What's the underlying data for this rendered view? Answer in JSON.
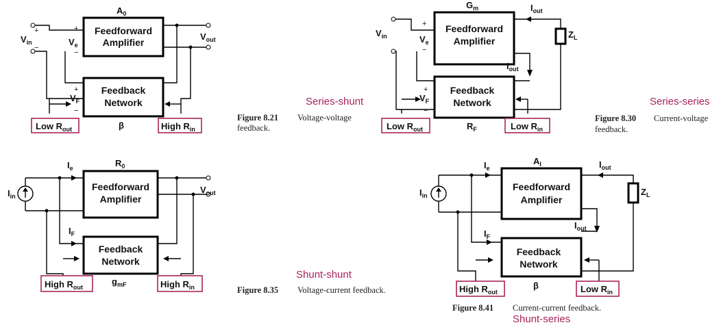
{
  "diagrams": {
    "d1": {
      "gain": "A",
      "gain_sub": "0",
      "ff_line1": "Feedforward",
      "ff_line2": "Amplifier",
      "fb_line1": "Feedback",
      "fb_line2": "Network",
      "vin": "V",
      "vin_sub": "in",
      "ve": "V",
      "ve_sub": "e",
      "vf": "V",
      "vf_sub": "F",
      "vout": "V",
      "vout_sub": "out",
      "fb_param": "β",
      "left_tag": "Low R",
      "left_tag_sub": "out",
      "right_tag": "High R",
      "right_tag_sub": "in",
      "type_label": "Series-shunt",
      "fig_num": "Figure 8.21",
      "fig_text1": "Voltage-voltage",
      "fig_text2": "feedback."
    },
    "d2": {
      "gain": "G",
      "gain_sub": "m",
      "ff_line1": "Feedforward",
      "ff_line2": "Amplifier",
      "fb_line1": "Feedback",
      "fb_line2": "Network",
      "vin": "V",
      "vin_sub": "in",
      "ve": "V",
      "ve_sub": "e",
      "vf": "V",
      "vf_sub": "F",
      "iout": "I",
      "iout_sub": "out",
      "iout2": "I",
      "iout2_sub": "out",
      "zl": "Z",
      "zl_sub": "L",
      "fb_param": "R",
      "fb_param_sub": "F",
      "left_tag": "Low R",
      "left_tag_sub": "out",
      "right_tag": "Low R",
      "right_tag_sub": "in",
      "type_label": "Series-series",
      "fig_num": "Figure 8.30",
      "fig_text1": "Current-voltage",
      "fig_text2": "feedback."
    },
    "d3": {
      "gain": "R",
      "gain_sub": "0",
      "ff_line1": "Feedforward",
      "ff_line2": "Amplifier",
      "fb_line1": "Feedback",
      "fb_line2": "Network",
      "iin": "I",
      "iin_sub": "in",
      "ie": "I",
      "ie_sub": "e",
      "if": "I",
      "if_sub": "F",
      "vout": "V",
      "vout_sub": "out",
      "fb_param": "g",
      "fb_param_sub": "mF",
      "left_tag": "High R",
      "left_tag_sub": "out",
      "right_tag": "High R",
      "right_tag_sub": "in",
      "type_label": "Shunt-shunt",
      "fig_num": "Figure 8.35",
      "fig_text1": "Voltage-current feedback."
    },
    "d4": {
      "gain": "A",
      "gain_sub": "I",
      "ff_line1": "Feedforward",
      "ff_line2": "Amplifier",
      "fb_line1": "Feedback",
      "fb_line2": "Network",
      "iin": "I",
      "iin_sub": "in",
      "ie": "I",
      "ie_sub": "e",
      "if": "I",
      "if_sub": "F",
      "iout": "I",
      "iout_sub": "out",
      "iout2": "I",
      "iout2_sub": "out",
      "zl": "Z",
      "zl_sub": "L",
      "fb_param": "β",
      "left_tag": "High R",
      "left_tag_sub": "out",
      "right_tag": "Low R",
      "right_tag_sub": "in",
      "type_label": "Shunt-series",
      "fig_num": "Figure 8.41",
      "fig_text1": "Current-current feedback."
    }
  },
  "signs": {
    "plus": "+",
    "minus": "−"
  }
}
